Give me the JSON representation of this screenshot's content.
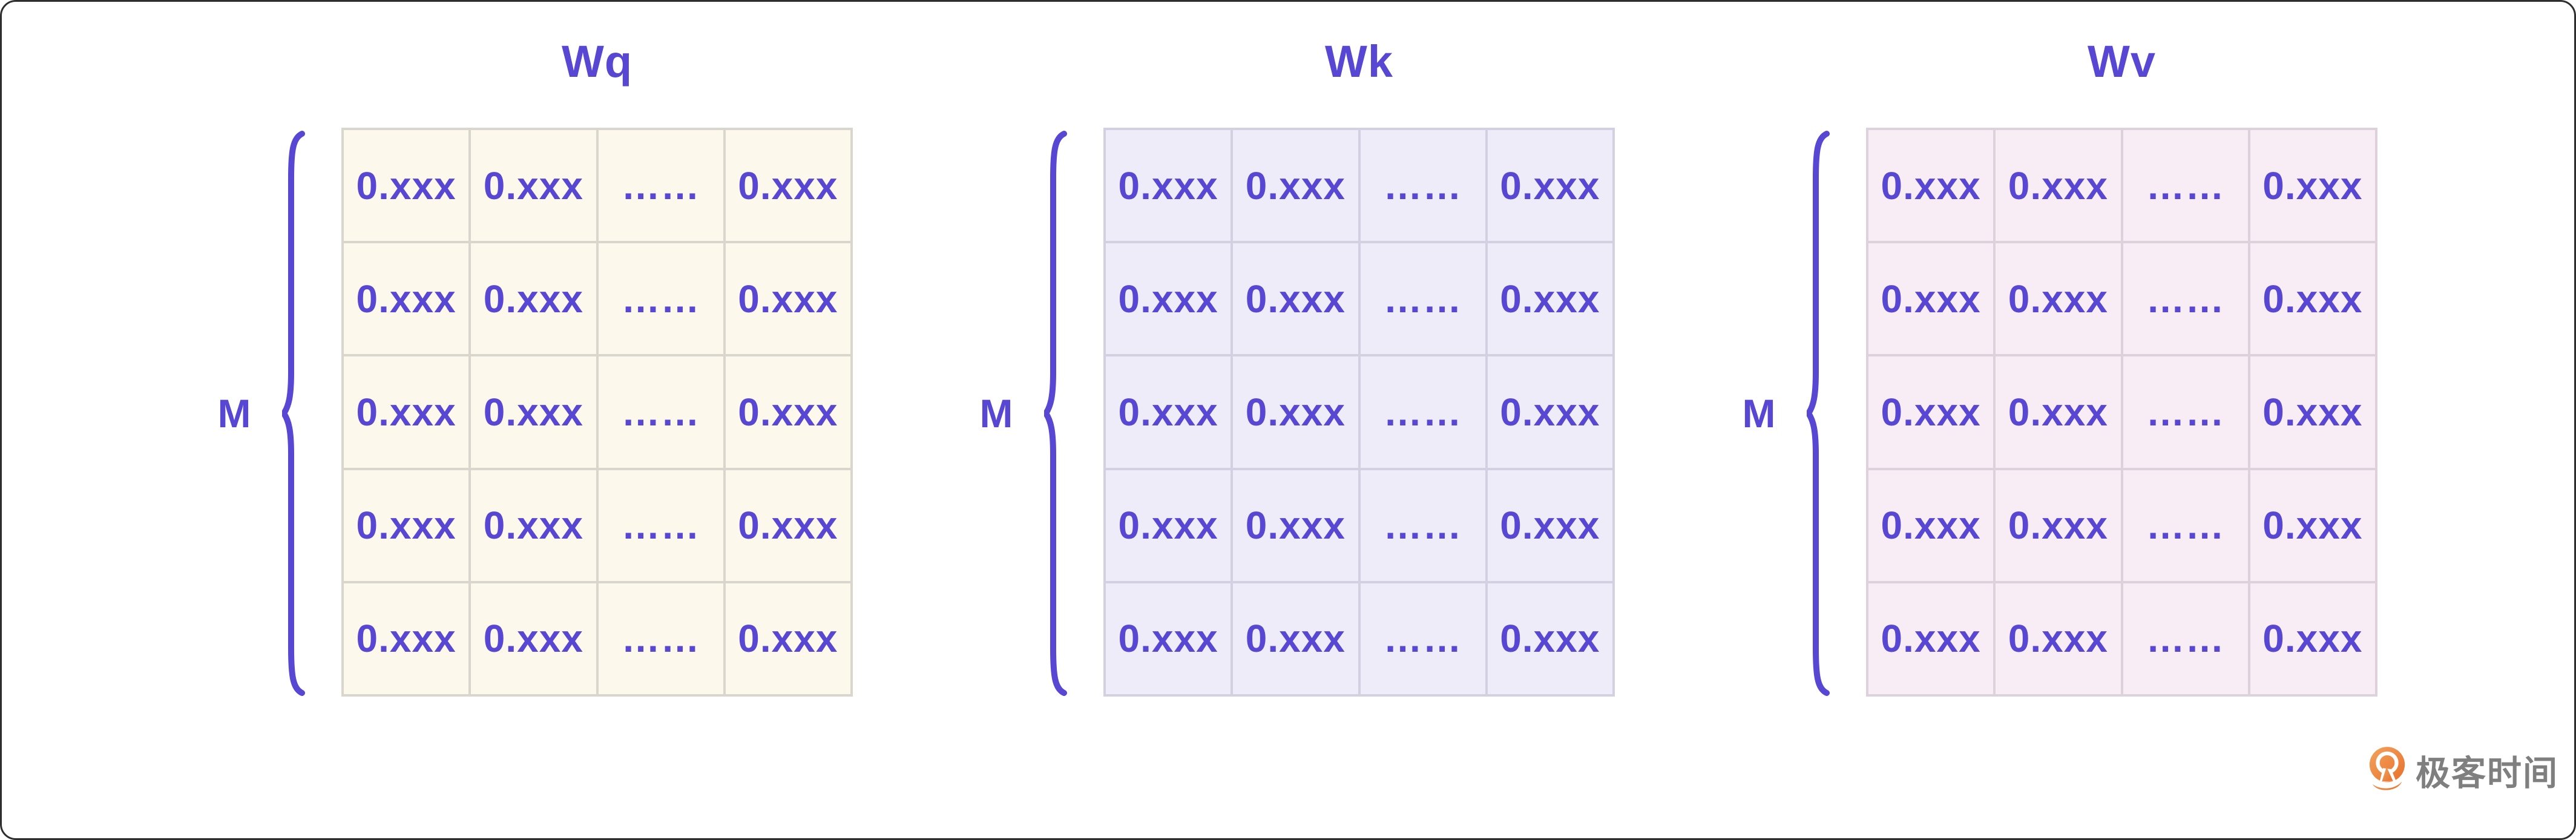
{
  "colors": {
    "accent": "#5847d2",
    "canvas_border": "#2e2e2e",
    "watermark_text": "#7f7f7f",
    "logo_orange_light": "#f29c57",
    "logo_orange_dark": "#e8702a"
  },
  "matrices": [
    {
      "title": "Wq",
      "row_label": "M",
      "cell_bg": "#fdf8ec",
      "line_color": "#d9d6cd",
      "cells": [
        [
          "0.xxx",
          "0.xxx",
          "……",
          "0.xxx"
        ],
        [
          "0.xxx",
          "0.xxx",
          "……",
          "0.xxx"
        ],
        [
          "0.xxx",
          "0.xxx",
          "……",
          "0.xxx"
        ],
        [
          "0.xxx",
          "0.xxx",
          "……",
          "0.xxx"
        ],
        [
          "0.xxx",
          "0.xxx",
          "……",
          "0.xxx"
        ]
      ]
    },
    {
      "title": "Wk",
      "row_label": "M",
      "cell_bg": "#eeecf9",
      "line_color": "#d3d0e2",
      "cells": [
        [
          "0.xxx",
          "0.xxx",
          "……",
          "0.xxx"
        ],
        [
          "0.xxx",
          "0.xxx",
          "……",
          "0.xxx"
        ],
        [
          "0.xxx",
          "0.xxx",
          "……",
          "0.xxx"
        ],
        [
          "0.xxx",
          "0.xxx",
          "……",
          "0.xxx"
        ],
        [
          "0.xxx",
          "0.xxx",
          "……",
          "0.xxx"
        ]
      ]
    },
    {
      "title": "Wv",
      "row_label": "M",
      "cell_bg": "#f8ecf5",
      "line_color": "#ddd1db",
      "cells": [
        [
          "0.xxx",
          "0.xxx",
          "……",
          "0.xxx"
        ],
        [
          "0.xxx",
          "0.xxx",
          "……",
          "0.xxx"
        ],
        [
          "0.xxx",
          "0.xxx",
          "……",
          "0.xxx"
        ],
        [
          "0.xxx",
          "0.xxx",
          "……",
          "0.xxx"
        ],
        [
          "0.xxx",
          "0.xxx",
          "……",
          "0.xxx"
        ]
      ]
    }
  ],
  "watermark": {
    "text": "极客时间"
  }
}
